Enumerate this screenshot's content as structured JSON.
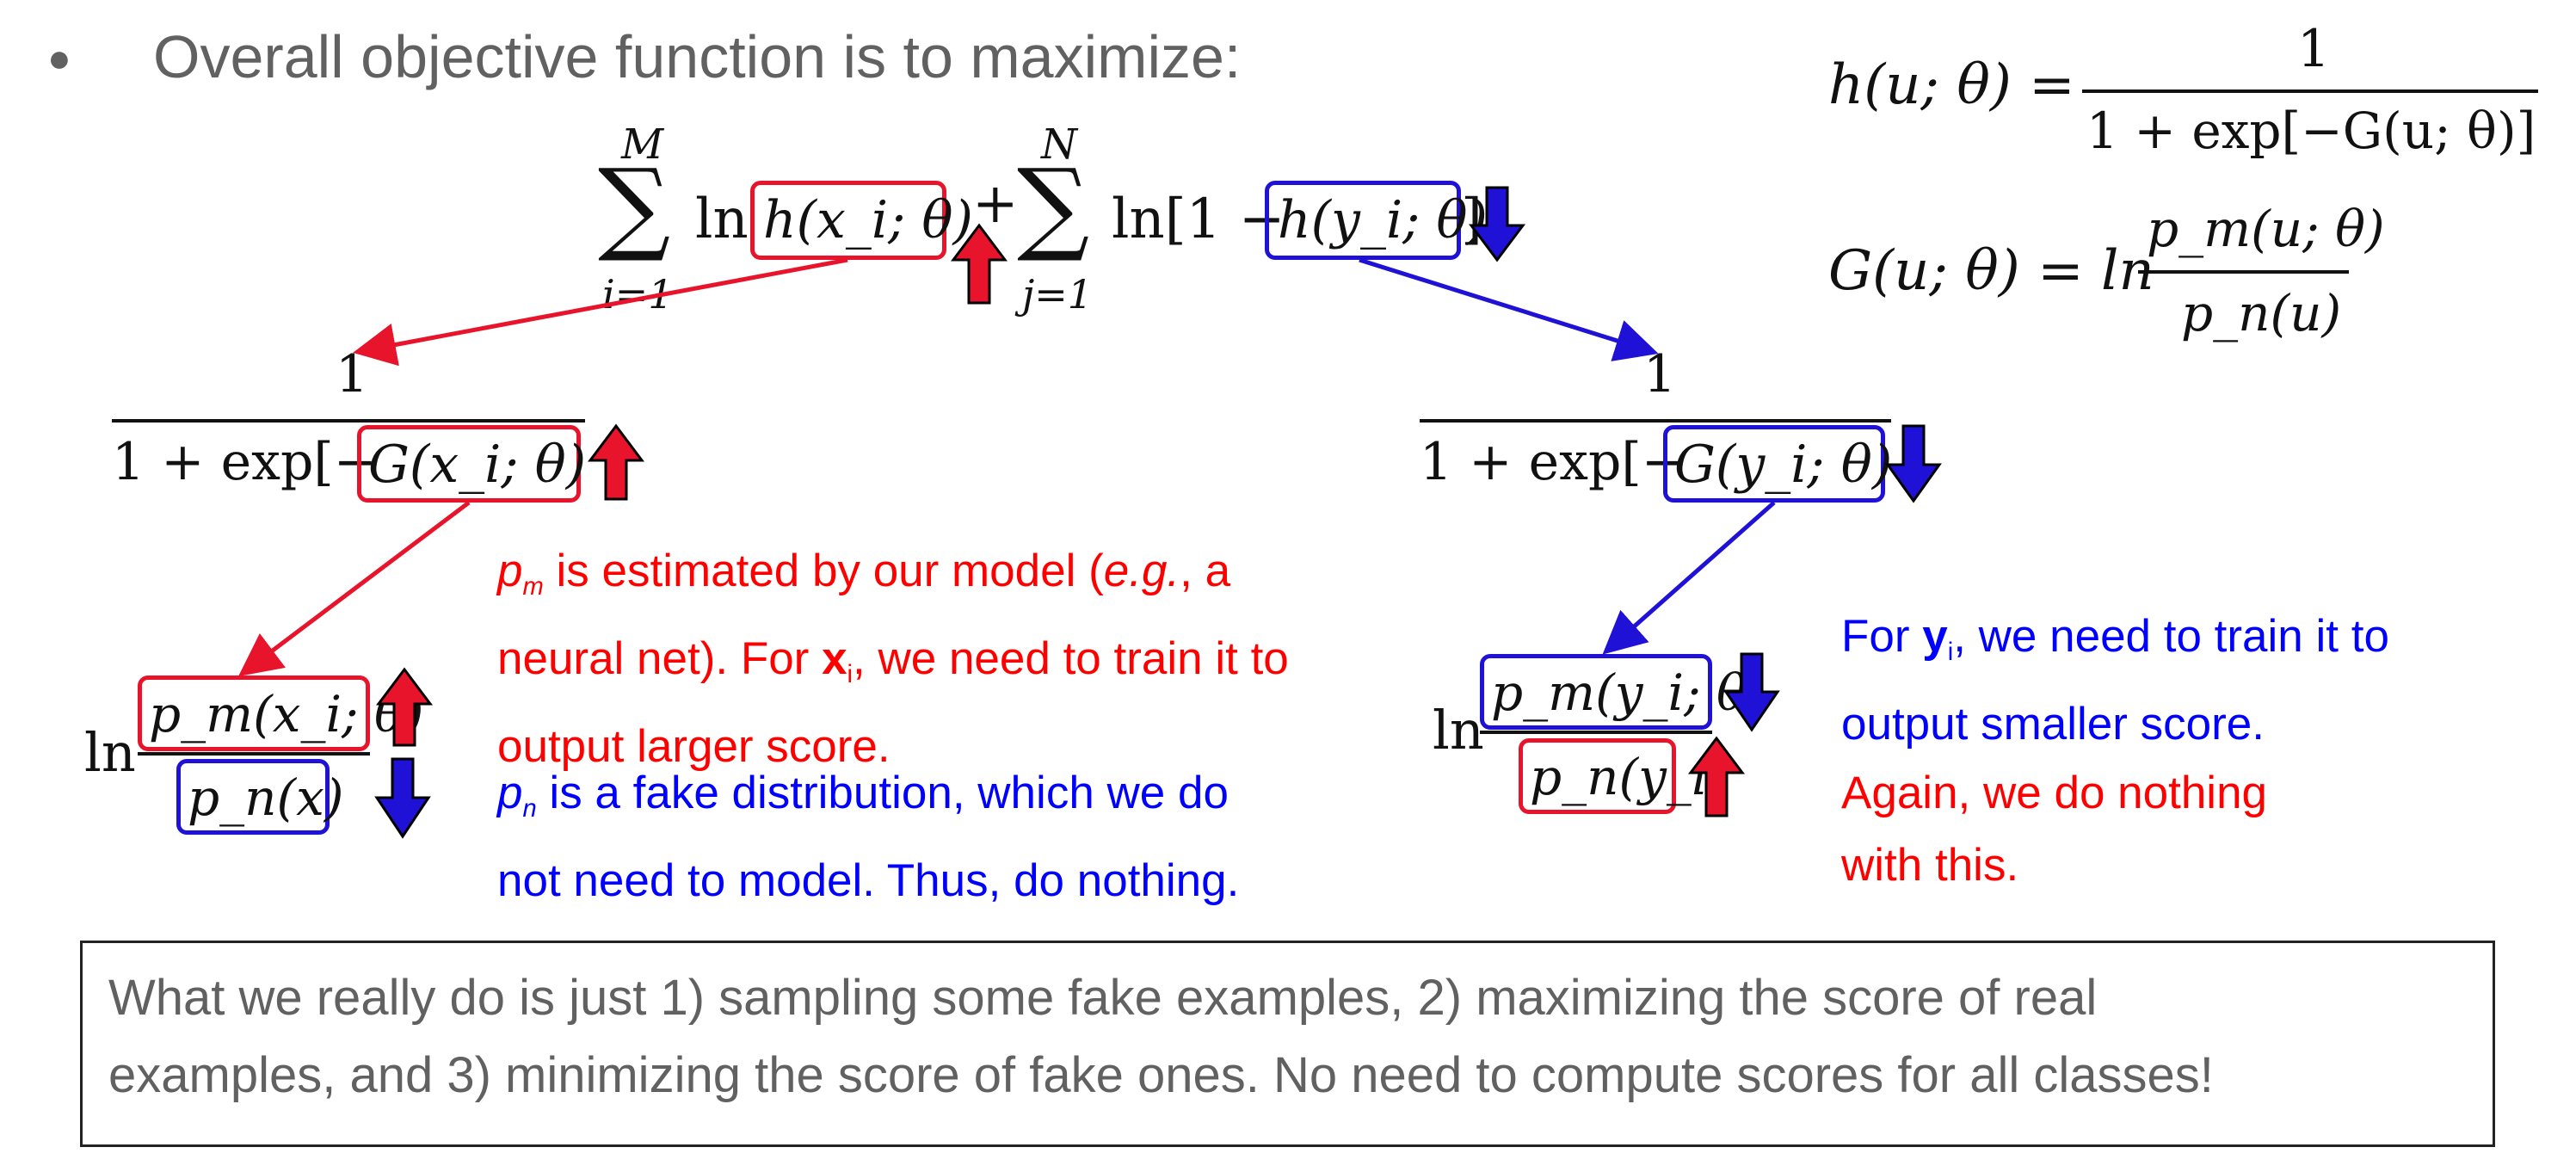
{
  "bullet_symbol": "●",
  "title": "Overall objective function is to maximize:",
  "colors": {
    "red": "#e8142b",
    "blue": "#1f12d6",
    "text_gray": "#616161",
    "math_black": "#111111"
  },
  "definitions": {
    "h_lhs": "h(u; θ) =",
    "h_num": "1",
    "h_den": "1 + exp[−G(u; θ)]",
    "g_lhs": "G(u; θ) = ln",
    "g_num": "p_m(u; θ)",
    "g_den": "p_n(u)"
  },
  "objective": {
    "sum1_top": "M",
    "sum1_bottom": "i=1",
    "sum2_top": "N",
    "sum2_bottom": "j=1",
    "sigma": "∑",
    "ln1": "ln",
    "term1": "h(x_i; θ)",
    "plus": "+",
    "ln2": "ln[1 −",
    "term2": "h(y_i; θ)",
    "close": "]"
  },
  "left_branch": {
    "numerator": "1",
    "den_prefix": "1 + exp[−",
    "den_boxed": "G(x_i; θ)",
    "den_suffix": "]",
    "ln": "ln",
    "ratio_num": "p_m(x_i; θ)",
    "ratio_den": "p_n(x)"
  },
  "right_branch": {
    "numerator": "1",
    "den_prefix": "1 + exp[−",
    "den_boxed": "G(y_i; θ)",
    "den_suffix": "]",
    "ln": "ln",
    "ratio_num": "p_m(y_i; θ)",
    "ratio_den": "p_n(y_i)"
  },
  "annotations": {
    "left_red": {
      "p_sym": "p",
      "p_sub": "m",
      "l1_rest": " is estimated by our model (",
      "l1_eg": "e.g.",
      "l1_end": ", a",
      "l2_a": "neural net). For ",
      "l2_x": "x",
      "l2_sub": "i",
      "l2_end": ", we need to train it to",
      "l3": "output larger score."
    },
    "left_blue": {
      "p_sym": "p",
      "p_sub": "n",
      "l1_rest": " is a fake distribution, which we do",
      "l2": "not need to model. Thus, do nothing."
    },
    "right_blue": {
      "l1_a": "For ",
      "l1_y": "y",
      "l1_sub": "i",
      "l1_end": ", we need to train it to",
      "l2": "output smaller score."
    },
    "right_red": {
      "l1": "Again, we do nothing",
      "l2": "with this."
    }
  },
  "summary": {
    "line1": "What we really do is just 1) sampling some fake examples, 2) maximizing the score of real",
    "line2": "examples, and 3) minimizing the score of fake ones. No need to compute scores for all classes!"
  }
}
